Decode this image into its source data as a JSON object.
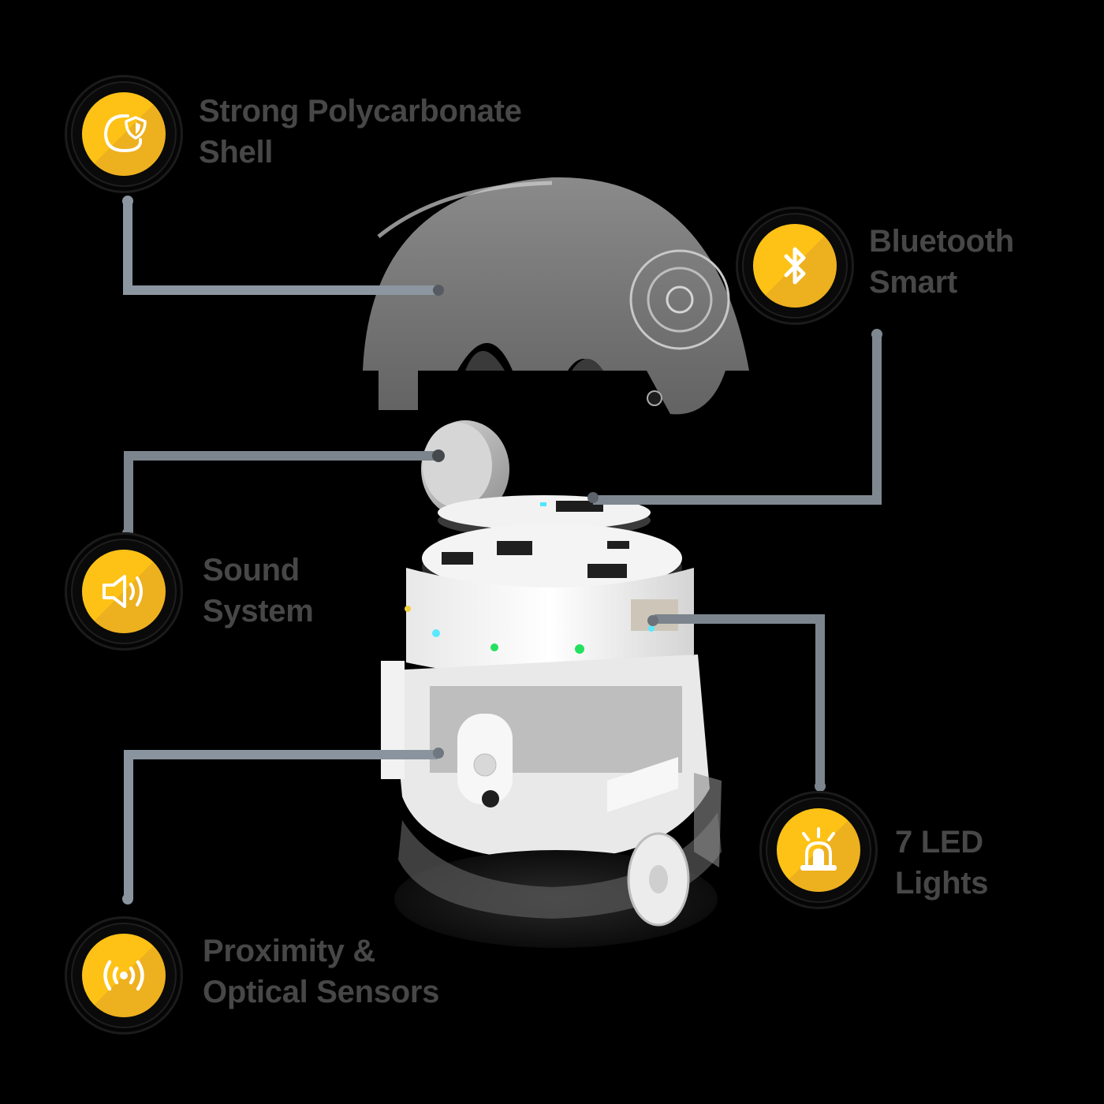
{
  "theme": {
    "background": "#000000",
    "badge_yellow": "#FDC215",
    "badge_yellow_dark": "#EDB01F",
    "label_color": "#474747",
    "connector_color": "#8A949E"
  },
  "features": [
    {
      "id": "shell",
      "icon": "shield-shell-icon",
      "line1": "Strong Polycarbonate",
      "line2": "Shell"
    },
    {
      "id": "bluetooth",
      "icon": "bluetooth-icon",
      "line1": "Bluetooth",
      "line2": "Smart"
    },
    {
      "id": "sound",
      "icon": "speaker-icon",
      "line1": "Sound",
      "line2": "System"
    },
    {
      "id": "led",
      "icon": "siren-light-icon",
      "line1": "7 LED",
      "line2": "Lights"
    },
    {
      "id": "sensors",
      "icon": "signal-broadcast-icon",
      "line1": "Proximity &",
      "line2": "Optical Sensors"
    }
  ],
  "product": {
    "parts": [
      "transparent-dome-shell",
      "speaker-disc",
      "bluetooth-circuit-board",
      "main-circuit-board",
      "led-ring",
      "chassis-with-sensors",
      "wheels-base"
    ]
  }
}
